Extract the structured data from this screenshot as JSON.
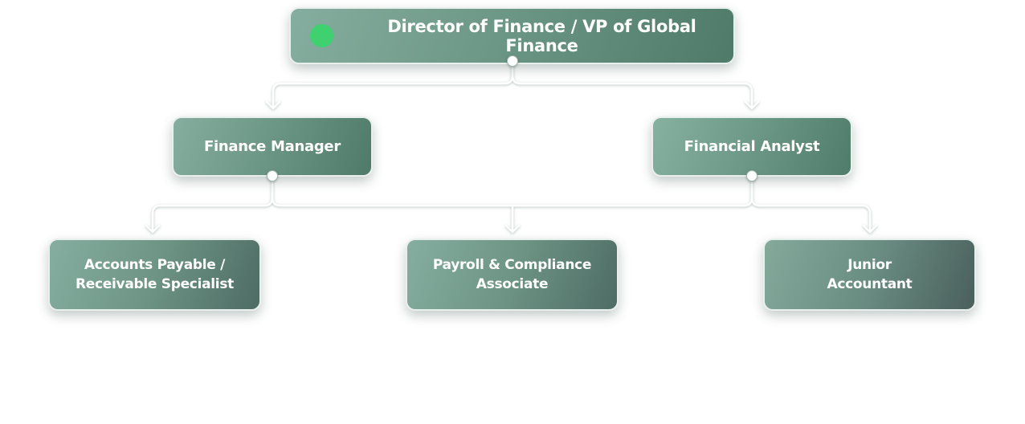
{
  "diagram": {
    "type": "org-chart",
    "root": {
      "label": "Director of Finance / VP of Global Finance",
      "status_color": "#3fd16f"
    },
    "level2": [
      {
        "label": "Finance Manager"
      },
      {
        "label": "Financial Analyst"
      }
    ],
    "level3": [
      {
        "label": "Accounts Payable /\nReceivable Specialist"
      },
      {
        "label": "Payroll & Compliance\nAssociate"
      },
      {
        "label": "Junior\nAccountant"
      }
    ],
    "edges": [
      {
        "from": "Director of Finance / VP of Global Finance",
        "to": "Finance Manager"
      },
      {
        "from": "Director of Finance / VP of Global Finance",
        "to": "Financial Analyst"
      },
      {
        "from": "Finance Manager",
        "to": "Accounts Payable /\nReceivable Specialist"
      },
      {
        "from": "Finance Manager",
        "to": "Payroll & Compliance\nAssociate"
      },
      {
        "from": "Financial Analyst",
        "to": "Payroll & Compliance\nAssociate"
      },
      {
        "from": "Financial Analyst",
        "to": "Junior\nAccountant"
      }
    ],
    "colors": {
      "node_start": "#86aea0",
      "node_end": "#4f7a69",
      "connector": "#ffffff"
    }
  }
}
